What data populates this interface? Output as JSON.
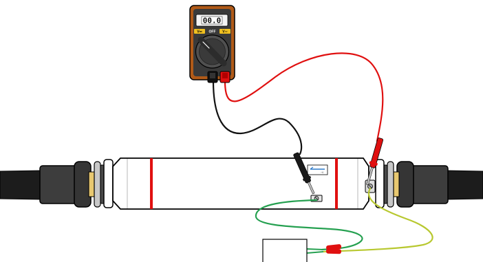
{
  "multimeter": {
    "display_value": "00.0",
    "dc_label": "V⎓",
    "off_label": "OFF",
    "ac_label": "V∼"
  },
  "cable_tag": {
    "text": "~V"
  },
  "colors": {
    "meter_body": "#b05a18",
    "meter_face": "#3a3a3a",
    "lead_black": "#111111",
    "lead_red": "#e01010",
    "wire_green": "#25a050",
    "wire_green_yellow": "#b8c830",
    "marker_red": "#e01010",
    "cable_dark": "#1c1c1c",
    "boot": "#3d3d3d"
  }
}
